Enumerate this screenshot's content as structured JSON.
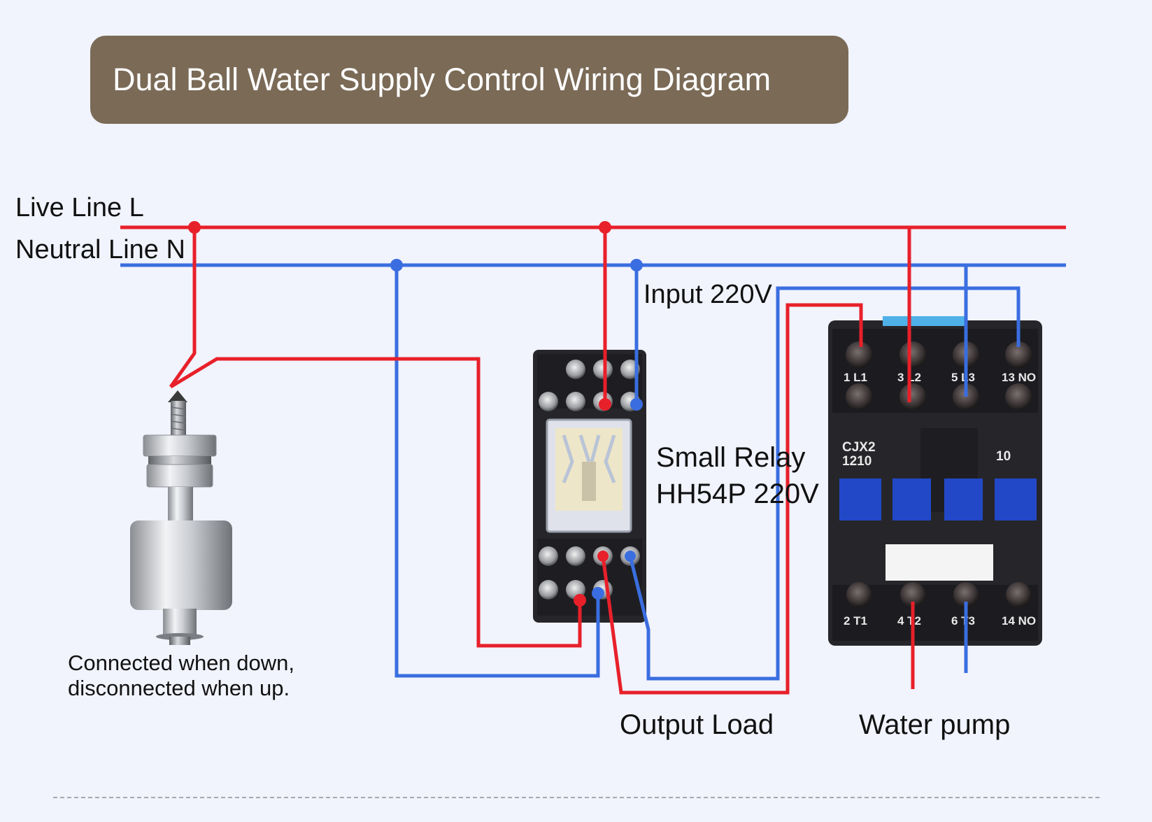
{
  "title": "Dual Ball Water Supply Control Wiring Diagram",
  "labels": {
    "live_line": "Live Line L",
    "neutral_line": "Neutral Line N",
    "input": "Input 220V",
    "relay_line1": "Small Relay",
    "relay_line2": "HH54P 220V",
    "float_note_line1": "Connected when down,",
    "float_note_line2": "disconnected when up.",
    "output_load": "Output Load",
    "water_pump": "Water pump"
  },
  "contactor": {
    "model_line1": "CJX2",
    "model_line2": "1210",
    "aux_label": "10",
    "top_terminals": [
      "1 L1",
      "3 L2",
      "5 L3",
      "13 NO"
    ],
    "bottom_terminals": [
      "2 T1",
      "4 T2",
      "6 T3",
      "14 NO"
    ]
  },
  "colors": {
    "live_wire": "#e8202a",
    "neutral_wire": "#3a6ee0",
    "title_banner": "#7a6a56",
    "background": "#f1f3fd"
  },
  "components": [
    "float-switch-icon",
    "relay-icon",
    "contactor-icon"
  ]
}
